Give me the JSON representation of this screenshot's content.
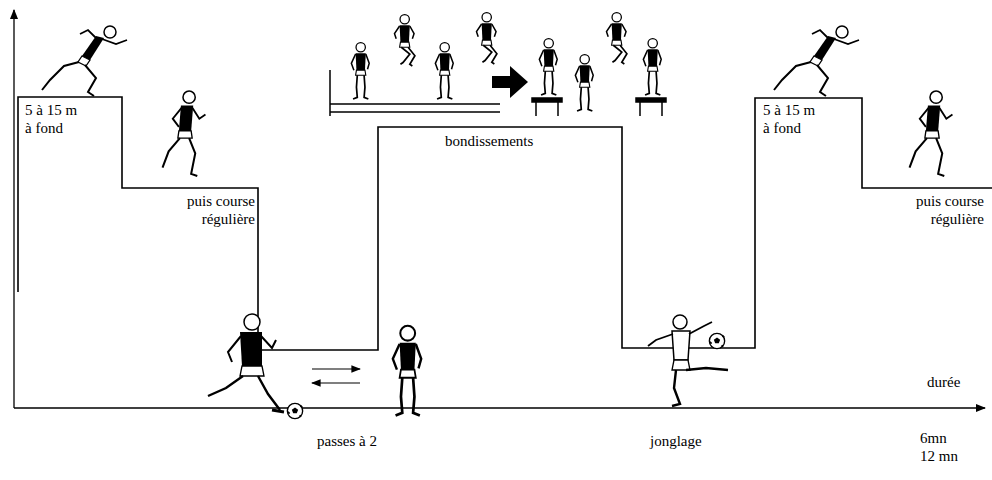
{
  "diagram": {
    "labels": [
      "5 à 15 m à fond",
      "puis course régulière",
      "bondissements",
      "5 à 15 m à fond",
      "puis course régulière",
      "durée",
      "passes à 2",
      "jonglage",
      "6mn",
      "12 mn"
    ]
  }
}
